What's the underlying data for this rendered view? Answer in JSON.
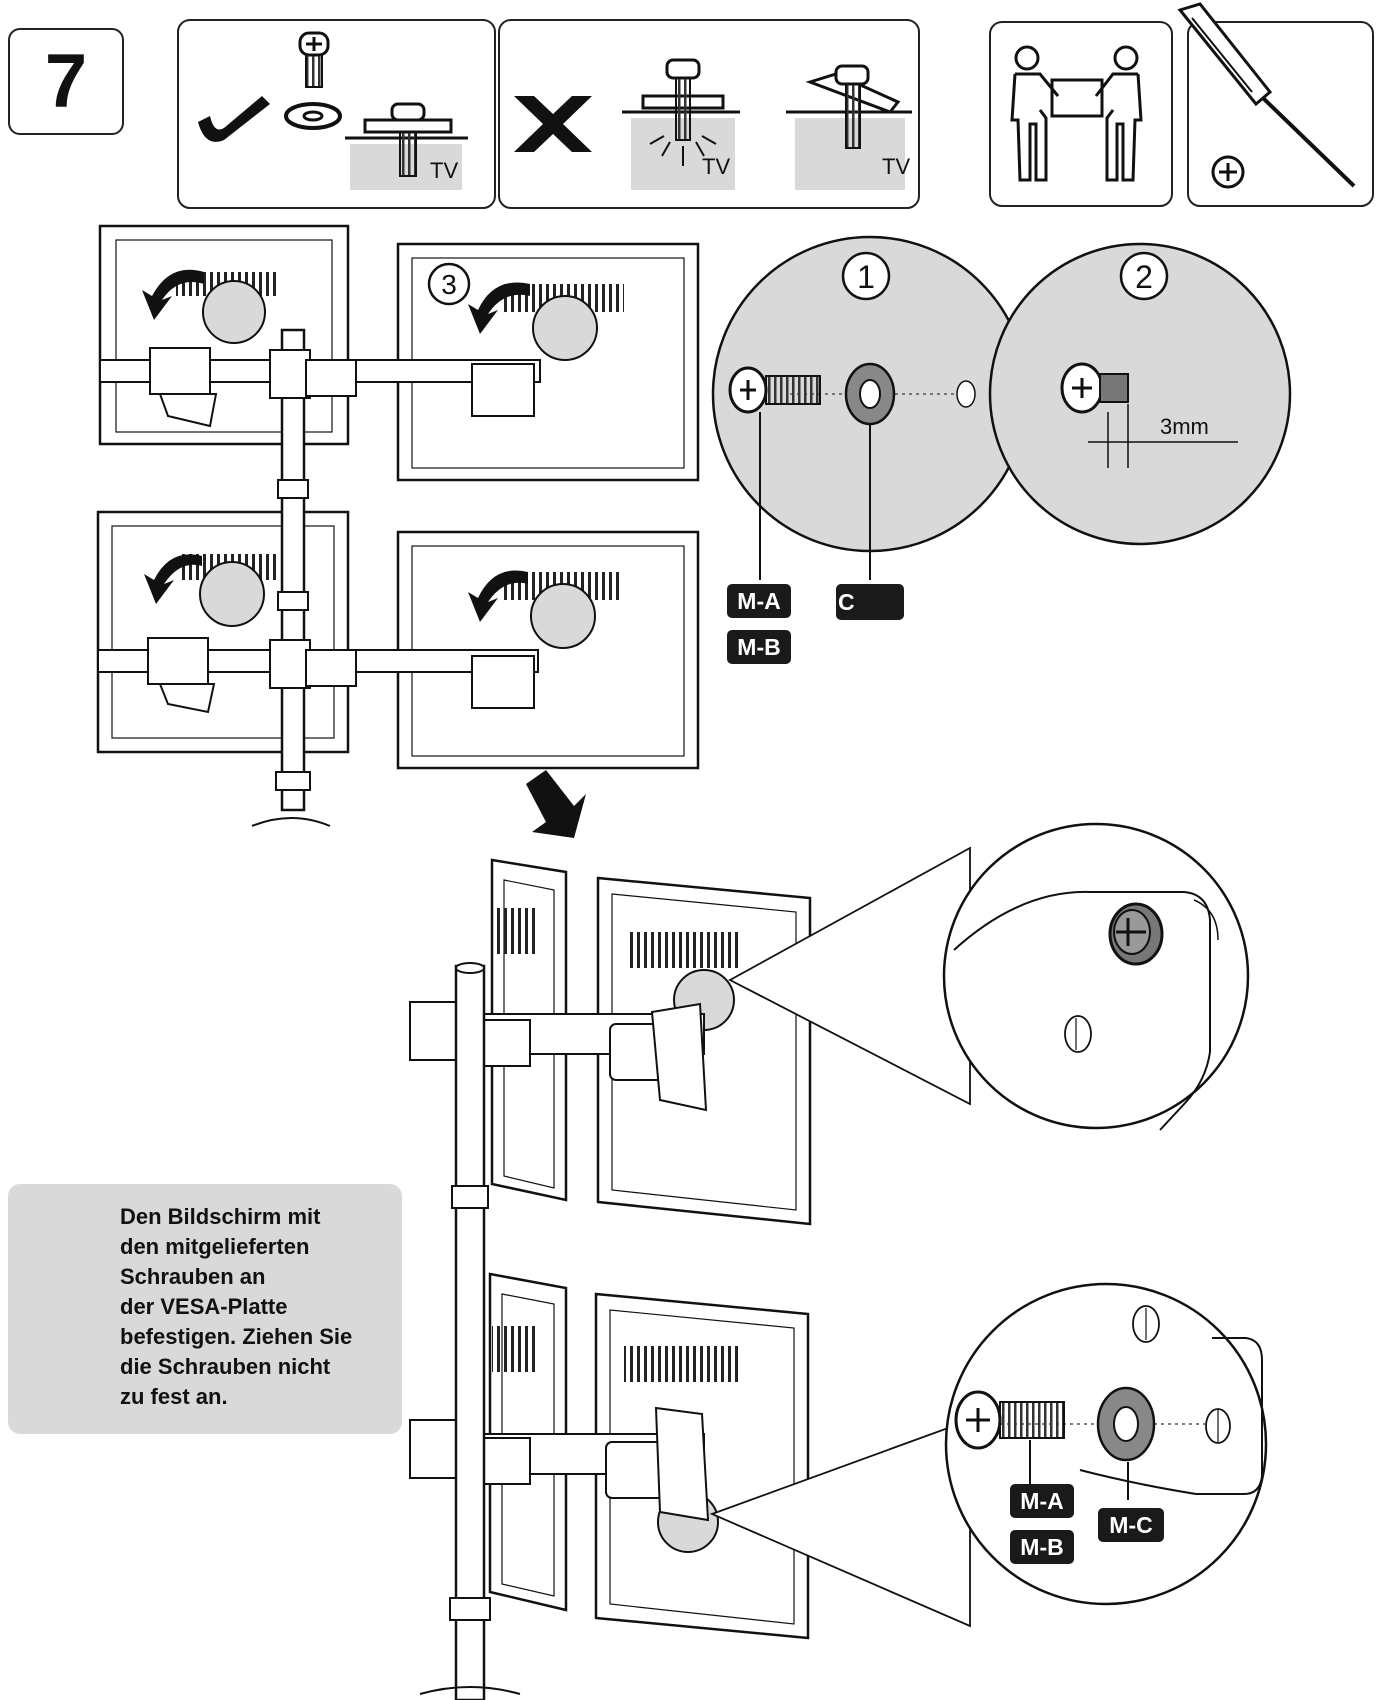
{
  "step_number": "7",
  "top_panels": {
    "correct_tv_label": "TV",
    "wrong_tv_label_1": "TV",
    "wrong_tv_label_2": "TV"
  },
  "callouts": {
    "circle_1": "1",
    "circle_2": "2",
    "circle_3": "3",
    "gap_measure": "3mm"
  },
  "parts": {
    "screw_a": "M-A",
    "screw_b": "M-B",
    "washer_partial": "C",
    "screw_a_lower": "M-A",
    "screw_b_lower": "M-B",
    "washer_lower": "M-C"
  },
  "warning": {
    "lines": [
      "Den Bildschirm mit",
      "den mitgelieferten",
      "Schrauben an",
      "der VESA-Platte",
      "befestigen. Ziehen Sie",
      "die Schrauben nicht",
      "zu fest an."
    ]
  }
}
